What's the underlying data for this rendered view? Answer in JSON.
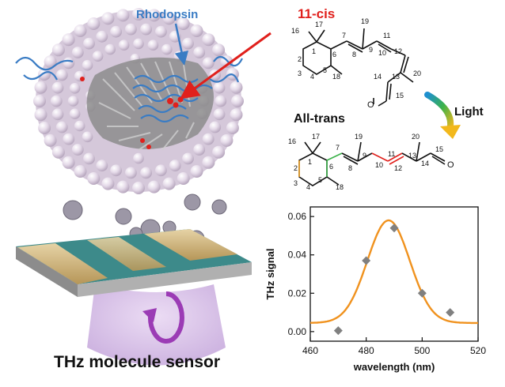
{
  "labels": {
    "rhodopsin": "Rhodopsin",
    "cis": "11-cis",
    "trans": "All-trans",
    "light": "Light",
    "sensor": "THz molecule sensor"
  },
  "colors": {
    "accent_blue": "#3a7cc4",
    "accent_red": "#e0201c",
    "curve": "#f0921e",
    "marker": "#808080",
    "liposome": "#e2d6e6",
    "substrate": "#3d8a8a",
    "gold": "#c8a86a"
  },
  "molecule_cis": {
    "atoms": [
      "1",
      "2",
      "3",
      "4",
      "5",
      "6",
      "7",
      "8",
      "9",
      "10",
      "11",
      "12",
      "13",
      "14",
      "15",
      "16",
      "17",
      "18",
      "19",
      "20"
    ],
    "oxygen": "O"
  },
  "molecule_trans": {
    "atoms": [
      "1",
      "2",
      "3",
      "4",
      "5",
      "6",
      "7",
      "8",
      "9",
      "10",
      "11",
      "12",
      "13",
      "14",
      "15",
      "16",
      "17",
      "18",
      "19",
      "20"
    ],
    "oxygen": "O"
  },
  "chart_data": {
    "type": "scatter",
    "xlabel": "wavelength (nm)",
    "ylabel": "THz signal",
    "xlim": [
      460,
      520
    ],
    "ylim": [
      -0.005,
      0.065
    ],
    "xticks": [
      "460",
      "480",
      "500",
      "520"
    ],
    "yticks": [
      "0.00",
      "0.02",
      "0.04",
      "0.06"
    ],
    "points": [
      {
        "x": 470,
        "y": 0.0005
      },
      {
        "x": 480,
        "y": 0.037
      },
      {
        "x": 490,
        "y": 0.054
      },
      {
        "x": 500,
        "y": 0.02
      },
      {
        "x": 510,
        "y": 0.01
      }
    ],
    "fit": {
      "type": "gaussian",
      "baseline": 0.0045,
      "amplitude": 0.0535,
      "center": 488,
      "sigma": 7.6
    },
    "grid": false,
    "legend": "none"
  }
}
